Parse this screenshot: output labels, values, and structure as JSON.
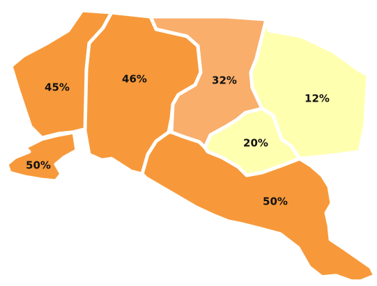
{
  "colors": {
    "high": "#f7993a",
    "medium": "#f9ae6b",
    "low": "#ffffb0",
    "background": "#ffffff"
  },
  "regions": [
    {
      "label": "45%",
      "value": 45,
      "color": "high"
    },
    {
      "label": "46%",
      "value": 46,
      "color": "high"
    },
    {
      "label": "32%",
      "value": 32,
      "color": "medium"
    },
    {
      "label": "12%",
      "value": 12,
      "color": "low"
    },
    {
      "label": "20%",
      "value": 20,
      "color": "low"
    },
    {
      "label": "50%",
      "value": 50,
      "color": "high"
    },
    {
      "label": "50%",
      "value": 50,
      "color": "high"
    }
  ]
}
